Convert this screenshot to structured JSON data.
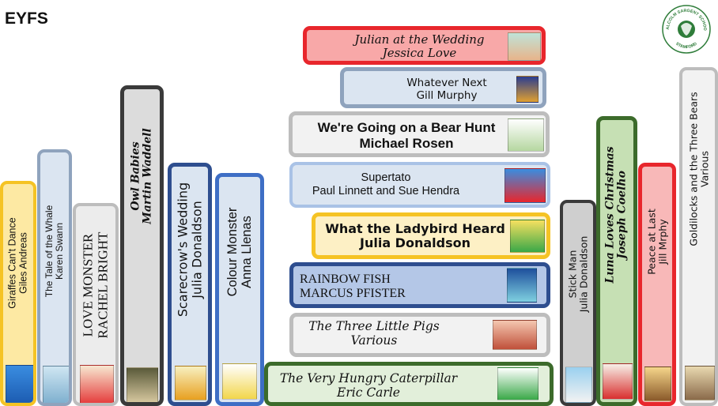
{
  "page": {
    "heading": "EYFS"
  },
  "logo": {
    "top": "MALCOLM SARGENT SCHOOL",
    "bottom": "STAMFORD"
  },
  "vertical_books": [
    {
      "id": "giraffes",
      "title": "Giraffes Can't Dance",
      "author": "Giles Andreas",
      "border": "#f5c324",
      "fill": "#fde9a3"
    },
    {
      "id": "whale",
      "title": "The Tale of the Whale",
      "author": "Karen Swann",
      "border": "#8fa3bd",
      "fill": "#dbe5f1"
    },
    {
      "id": "love-monster",
      "title": "LOVE MONSTER",
      "author": "RACHEL BRIGHT",
      "border": "#bdbdbd",
      "fill": "#ececec"
    },
    {
      "id": "owl-babies",
      "title": "Owl Babies",
      "author": "Martin Waddell",
      "border": "#3a3a3a",
      "fill": "#dcdcdc"
    },
    {
      "id": "scarecrow",
      "title": "Scarecrow's Wedding",
      "author": "Julia Donaldson",
      "border": "#2e4e8f",
      "fill": "#dbe5f1"
    },
    {
      "id": "colour-monster",
      "title": "Colour Monster",
      "author": "Anna Llenas",
      "border": "#3e6ec5",
      "fill": "#dbe5f1"
    },
    {
      "id": "stick-man",
      "title": "Stick Man",
      "author": "Julia Donaldson",
      "border": "#3a3a3a",
      "fill": "#cfcfcf"
    },
    {
      "id": "luna",
      "title": "Luna Loves Christmas",
      "author": "Joseph Coelho",
      "border": "#3c6b2b",
      "fill": "#c6e0b4"
    },
    {
      "id": "peace",
      "title": "Peace at Last",
      "author": "Jill Mrphy",
      "border": "#e8262c",
      "fill": "#f8b8b8"
    },
    {
      "id": "goldilocks",
      "title": "Goldilocks and the Three Bears",
      "author": "Various",
      "border": "#bdbdbd",
      "fill": "#f2f2f2"
    }
  ],
  "horizontal_books": [
    {
      "id": "julian",
      "title": "Julian at the Wedding",
      "author": "Jessica Love",
      "border": "#e8262c",
      "fill": "#f8a8a8"
    },
    {
      "id": "whatever-next",
      "title": "Whatever Next",
      "author": "Gill Murphy",
      "border": "#8fa3bd",
      "fill": "#dbe5f1"
    },
    {
      "id": "bear-hunt",
      "title": "We're Going on a Bear Hunt",
      "author": "Michael Rosen",
      "border": "#bdbdbd",
      "fill": "#f2f2f2"
    },
    {
      "id": "supertato",
      "title": "Supertato",
      "author": "Paul Linnett and Sue Hendra",
      "border": "#a9c2e6",
      "fill": "#dbe5f1"
    },
    {
      "id": "ladybird",
      "title": "What the Ladybird Heard",
      "author": "Julia Donaldson",
      "border": "#f5c324",
      "fill": "#fdf0c5"
    },
    {
      "id": "rainbow-fish",
      "title": "RAINBOW FISH",
      "author": "MARCUS PFISTER",
      "border": "#2e4e8f",
      "fill": "#b4c7e7"
    },
    {
      "id": "three-pigs",
      "title": "The Three Little Pigs",
      "author": "Various",
      "border": "#bdbdbd",
      "fill": "#f2f2f2"
    },
    {
      "id": "caterpillar",
      "title": "The Very Hungry Caterpillar",
      "author": "Eric Carle",
      "border": "#3c6b2b",
      "fill": "#e2efda"
    }
  ]
}
